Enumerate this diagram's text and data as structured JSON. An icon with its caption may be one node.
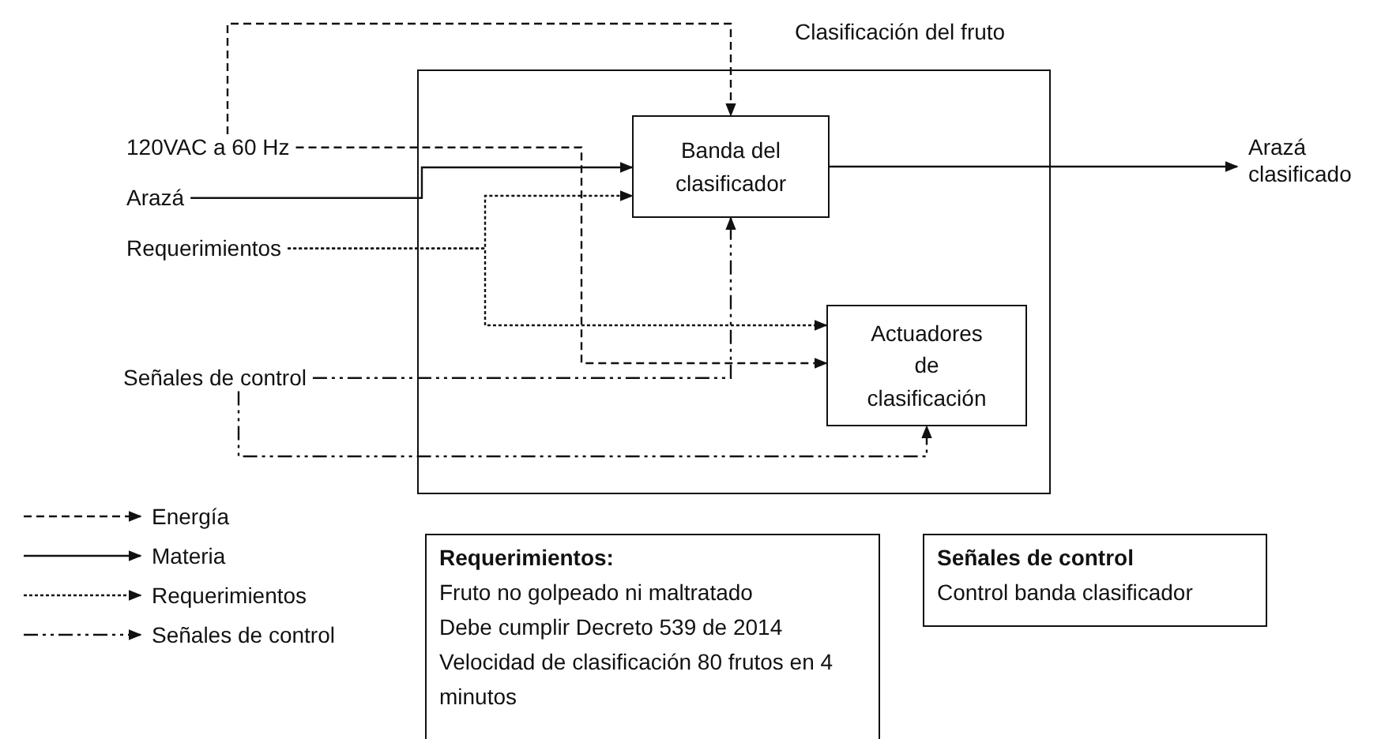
{
  "diagram": {
    "nodes": [
      {
        "text": [
          "Clasificación del fruto"
        ]
      },
      {
        "text": [
          "Banda del clasificador"
        ],
        "in": 0
      },
      {
        "text": [
          "Actuadores de clasificación"
        ],
        "in": 0
      },
      {
        "text": [
          "120VAC a 60 Hz"
        ]
      },
      {
        "text": [
          "Arazá"
        ]
      },
      {
        "text": [
          "Requerimientos"
        ]
      },
      {
        "text": [
          "Señales de control"
        ]
      },
      {
        "text": [
          "Arazá clasificado"
        ]
      },
      {
        "text": [
          "Requerimientos:",
          "Fruto no golpeado ni maltratado",
          "Debe cumplir Decreto 539 de 2014",
          "Velocidad de clasificación 80 frutos en 4 minutos"
        ]
      },
      {
        "text": [
          "Señales de control",
          "Control banda clasificador"
        ]
      }
    ],
    "edges": [
      {
        "from": 3,
        "to": 1,
        "arrow": "to",
        "style": "dashed"
      },
      {
        "from": 3,
        "to": 2,
        "arrow": "to",
        "style": "dashed"
      },
      {
        "from": 4,
        "to": 1,
        "arrow": "to"
      },
      {
        "from": 5,
        "to": 1,
        "arrow": "to",
        "style": "dashed"
      },
      {
        "from": 5,
        "to": 2,
        "arrow": "to",
        "style": "dashed"
      },
      {
        "from": 6,
        "to": 1,
        "arrow": "to",
        "style": "dashed"
      },
      {
        "from": 6,
        "to": 2,
        "arrow": "to",
        "style": "dashed"
      },
      {
        "from": 1,
        "to": 7,
        "arrow": "to"
      }
    ],
    "legend": [
      {
        "text": "Energía"
      },
      {
        "text": "Materia"
      },
      {
        "text": "Requerimientos"
      },
      {
        "text": "Señales de control"
      }
    ]
  }
}
